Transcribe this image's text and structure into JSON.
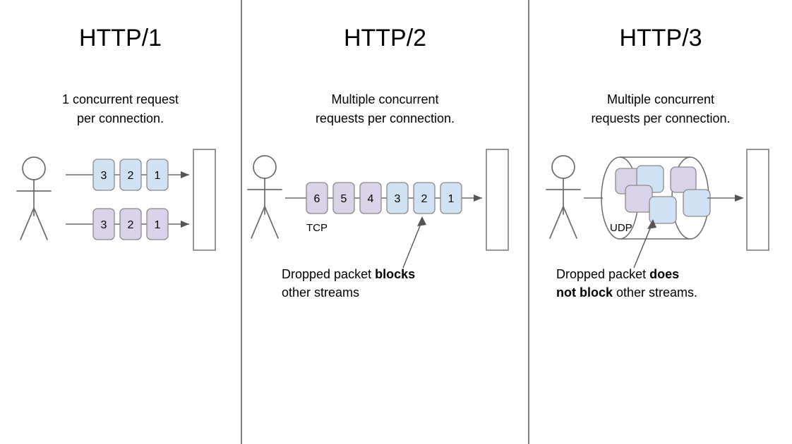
{
  "diagram": {
    "title_semantics": "http-version-comparison",
    "colors": {
      "packet_blue": "#cfe2f3",
      "packet_purple": "#d9d2e9",
      "stroke_gray": "#6b6b6b",
      "divider_gray": "#7f7f7f",
      "background": "#ffffff",
      "text": "#000000"
    },
    "dividers": [
      341,
      748
    ]
  },
  "panels": [
    {
      "id": "http1",
      "title": "HTTP/1",
      "subtitle": "1 concurrent request\nper connection.",
      "caption": null,
      "caption_parts": [],
      "protocol_label": null,
      "actor": "stick-figure-client",
      "server": "server-rectangle",
      "streams": [
        {
          "color": "blue",
          "packets": [
            "3",
            "2",
            "1"
          ]
        },
        {
          "color": "purple",
          "packets": [
            "3",
            "2",
            "1"
          ]
        }
      ]
    },
    {
      "id": "http2",
      "title": "HTTP/2",
      "subtitle": "Multiple concurrent\nrequests per connection.",
      "protocol_label": "TCP",
      "actor": "stick-figure-client",
      "server": "server-rectangle",
      "caption_parts": [
        {
          "text": "Dropped packet ",
          "bold": false
        },
        {
          "text": "blocks",
          "bold": true
        },
        {
          "text": "\nother streams",
          "bold": false
        }
      ],
      "streams": [
        {
          "color": "mixed",
          "packets": [
            {
              "label": "6",
              "color": "purple"
            },
            {
              "label": "5",
              "color": "purple"
            },
            {
              "label": "4",
              "color": "purple"
            },
            {
              "label": "3",
              "color": "blue"
            },
            {
              "label": "2",
              "color": "blue"
            },
            {
              "label": "1",
              "color": "blue"
            }
          ]
        }
      ],
      "pointer_target": "2"
    },
    {
      "id": "http3",
      "title": "HTTP/3",
      "subtitle": "Multiple concurrent\nrequests per connection.",
      "protocol_label": "UDP",
      "actor": "stick-figure-client",
      "server": "server-rectangle",
      "caption_parts": [
        {
          "text": "Dropped packet ",
          "bold": false
        },
        {
          "text": "does",
          "bold": true
        },
        {
          "text": "\n",
          "bold": false
        },
        {
          "text": "not block",
          "bold": true
        },
        {
          "text": " other streams.",
          "bold": false
        }
      ],
      "container": "udp-cylinder",
      "packets": [
        {
          "color": "purple"
        },
        {
          "color": "blue"
        },
        {
          "color": "purple"
        },
        {
          "color": "purple"
        },
        {
          "color": "blue"
        },
        {
          "color": "blue"
        }
      ]
    }
  ]
}
